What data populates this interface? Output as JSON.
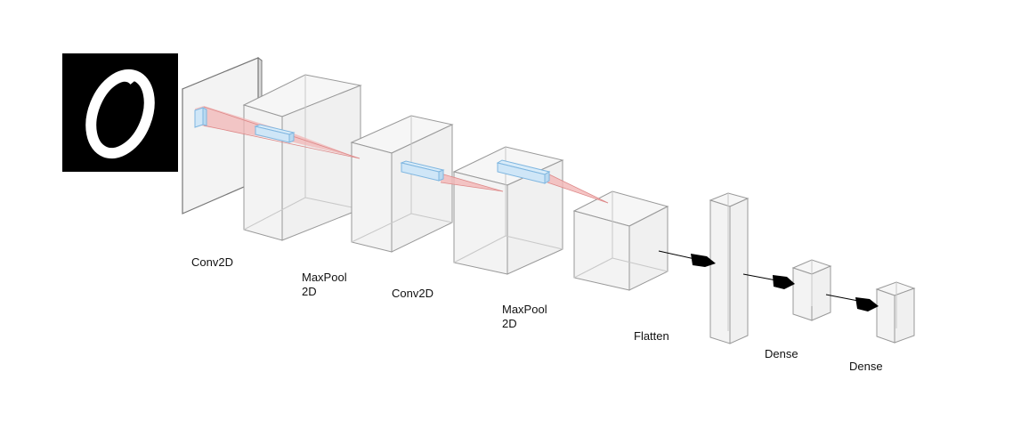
{
  "diagram": {
    "input_image": {
      "description_icon": "mnist-digit-image"
    },
    "layers": [
      {
        "id": "conv1",
        "label_lines": [
          "Conv2D"
        ]
      },
      {
        "id": "pool1",
        "label_lines": [
          "MaxPool",
          "2D"
        ]
      },
      {
        "id": "conv2",
        "label_lines": [
          "Conv2D"
        ]
      },
      {
        "id": "pool2",
        "label_lines": [
          "MaxPool",
          "2D"
        ]
      },
      {
        "id": "flatten",
        "label_lines": [
          "Flatten"
        ]
      },
      {
        "id": "dense1",
        "label_lines": [
          "Dense"
        ]
      },
      {
        "id": "dense2",
        "label_lines": [
          "Dense"
        ]
      }
    ],
    "colors": {
      "block_fill": "#f2f2f2",
      "block_edge": "#888888",
      "kernel_fill": "#cfe6f7",
      "kernel_edge": "#7fb6e0",
      "projection": "#f2b6b6",
      "arrow": "#000000"
    }
  }
}
